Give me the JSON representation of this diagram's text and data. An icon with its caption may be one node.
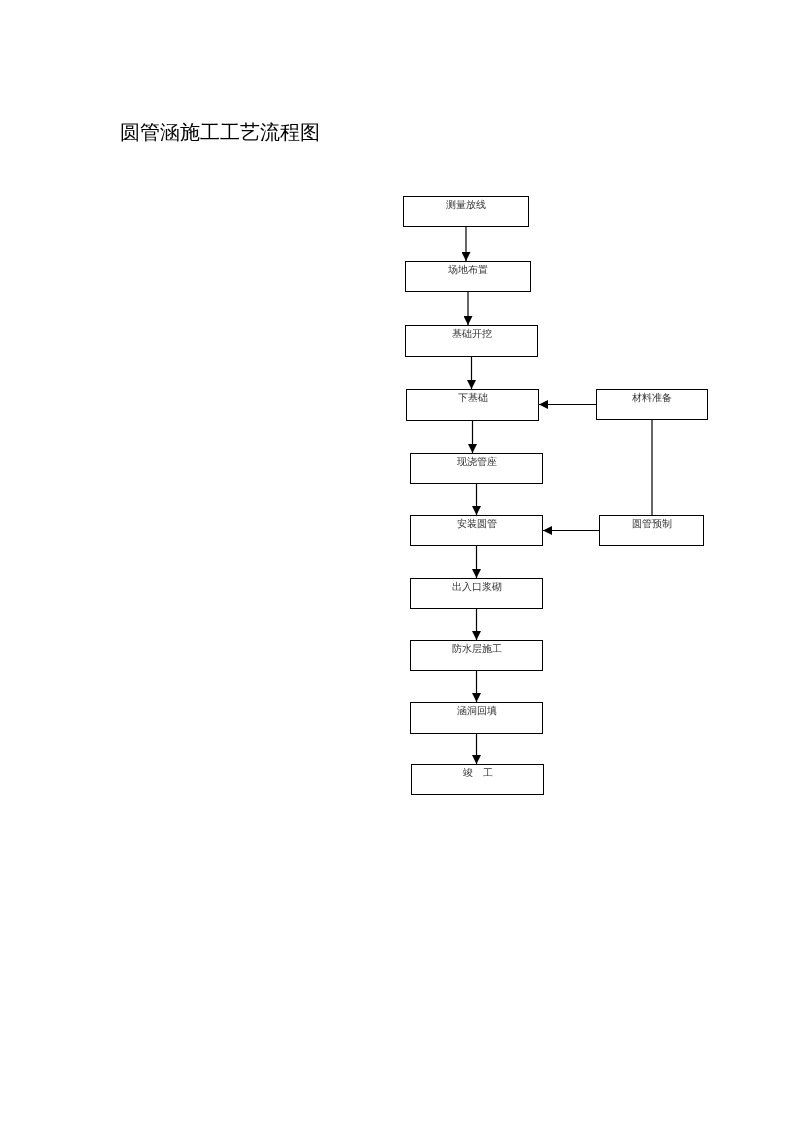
{
  "diagram": {
    "title": "圆管涵施工工艺流程图",
    "nodes": [
      {
        "text": [
          "测量放线"
        ]
      },
      {
        "text": [
          "场地布置"
        ]
      },
      {
        "text": [
          "基础开挖"
        ]
      },
      {
        "text": [
          "下基础"
        ]
      },
      {
        "text": [
          "材料准备"
        ]
      },
      {
        "text": [
          "现浇管座"
        ]
      },
      {
        "text": [
          "安装圆管"
        ]
      },
      {
        "text": [
          "圆管预制"
        ]
      },
      {
        "text": [
          "出入口浆砌"
        ]
      },
      {
        "text": [
          "防水层施工"
        ]
      },
      {
        "text": [
          "涵洞回填"
        ]
      },
      {
        "text": [
          "竣　工"
        ]
      }
    ],
    "edges": [
      {
        "from": 0,
        "to": 1,
        "arrow": "to"
      },
      {
        "from": 1,
        "to": 2,
        "arrow": "to"
      },
      {
        "from": 2,
        "to": 3,
        "arrow": "to"
      },
      {
        "from": 4,
        "to": 3,
        "arrow": "to"
      },
      {
        "from": 3,
        "to": 5,
        "arrow": "to"
      },
      {
        "from": 5,
        "to": 6,
        "arrow": "to"
      },
      {
        "from": 4,
        "to": 7,
        "arrow": "none"
      },
      {
        "from": 7,
        "to": 6,
        "arrow": "to"
      },
      {
        "from": 6,
        "to": 8,
        "arrow": "to"
      },
      {
        "from": 8,
        "to": 9,
        "arrow": "to"
      },
      {
        "from": 9,
        "to": 10,
        "arrow": "to"
      },
      {
        "from": 10,
        "to": 11,
        "arrow": "to"
      }
    ]
  }
}
